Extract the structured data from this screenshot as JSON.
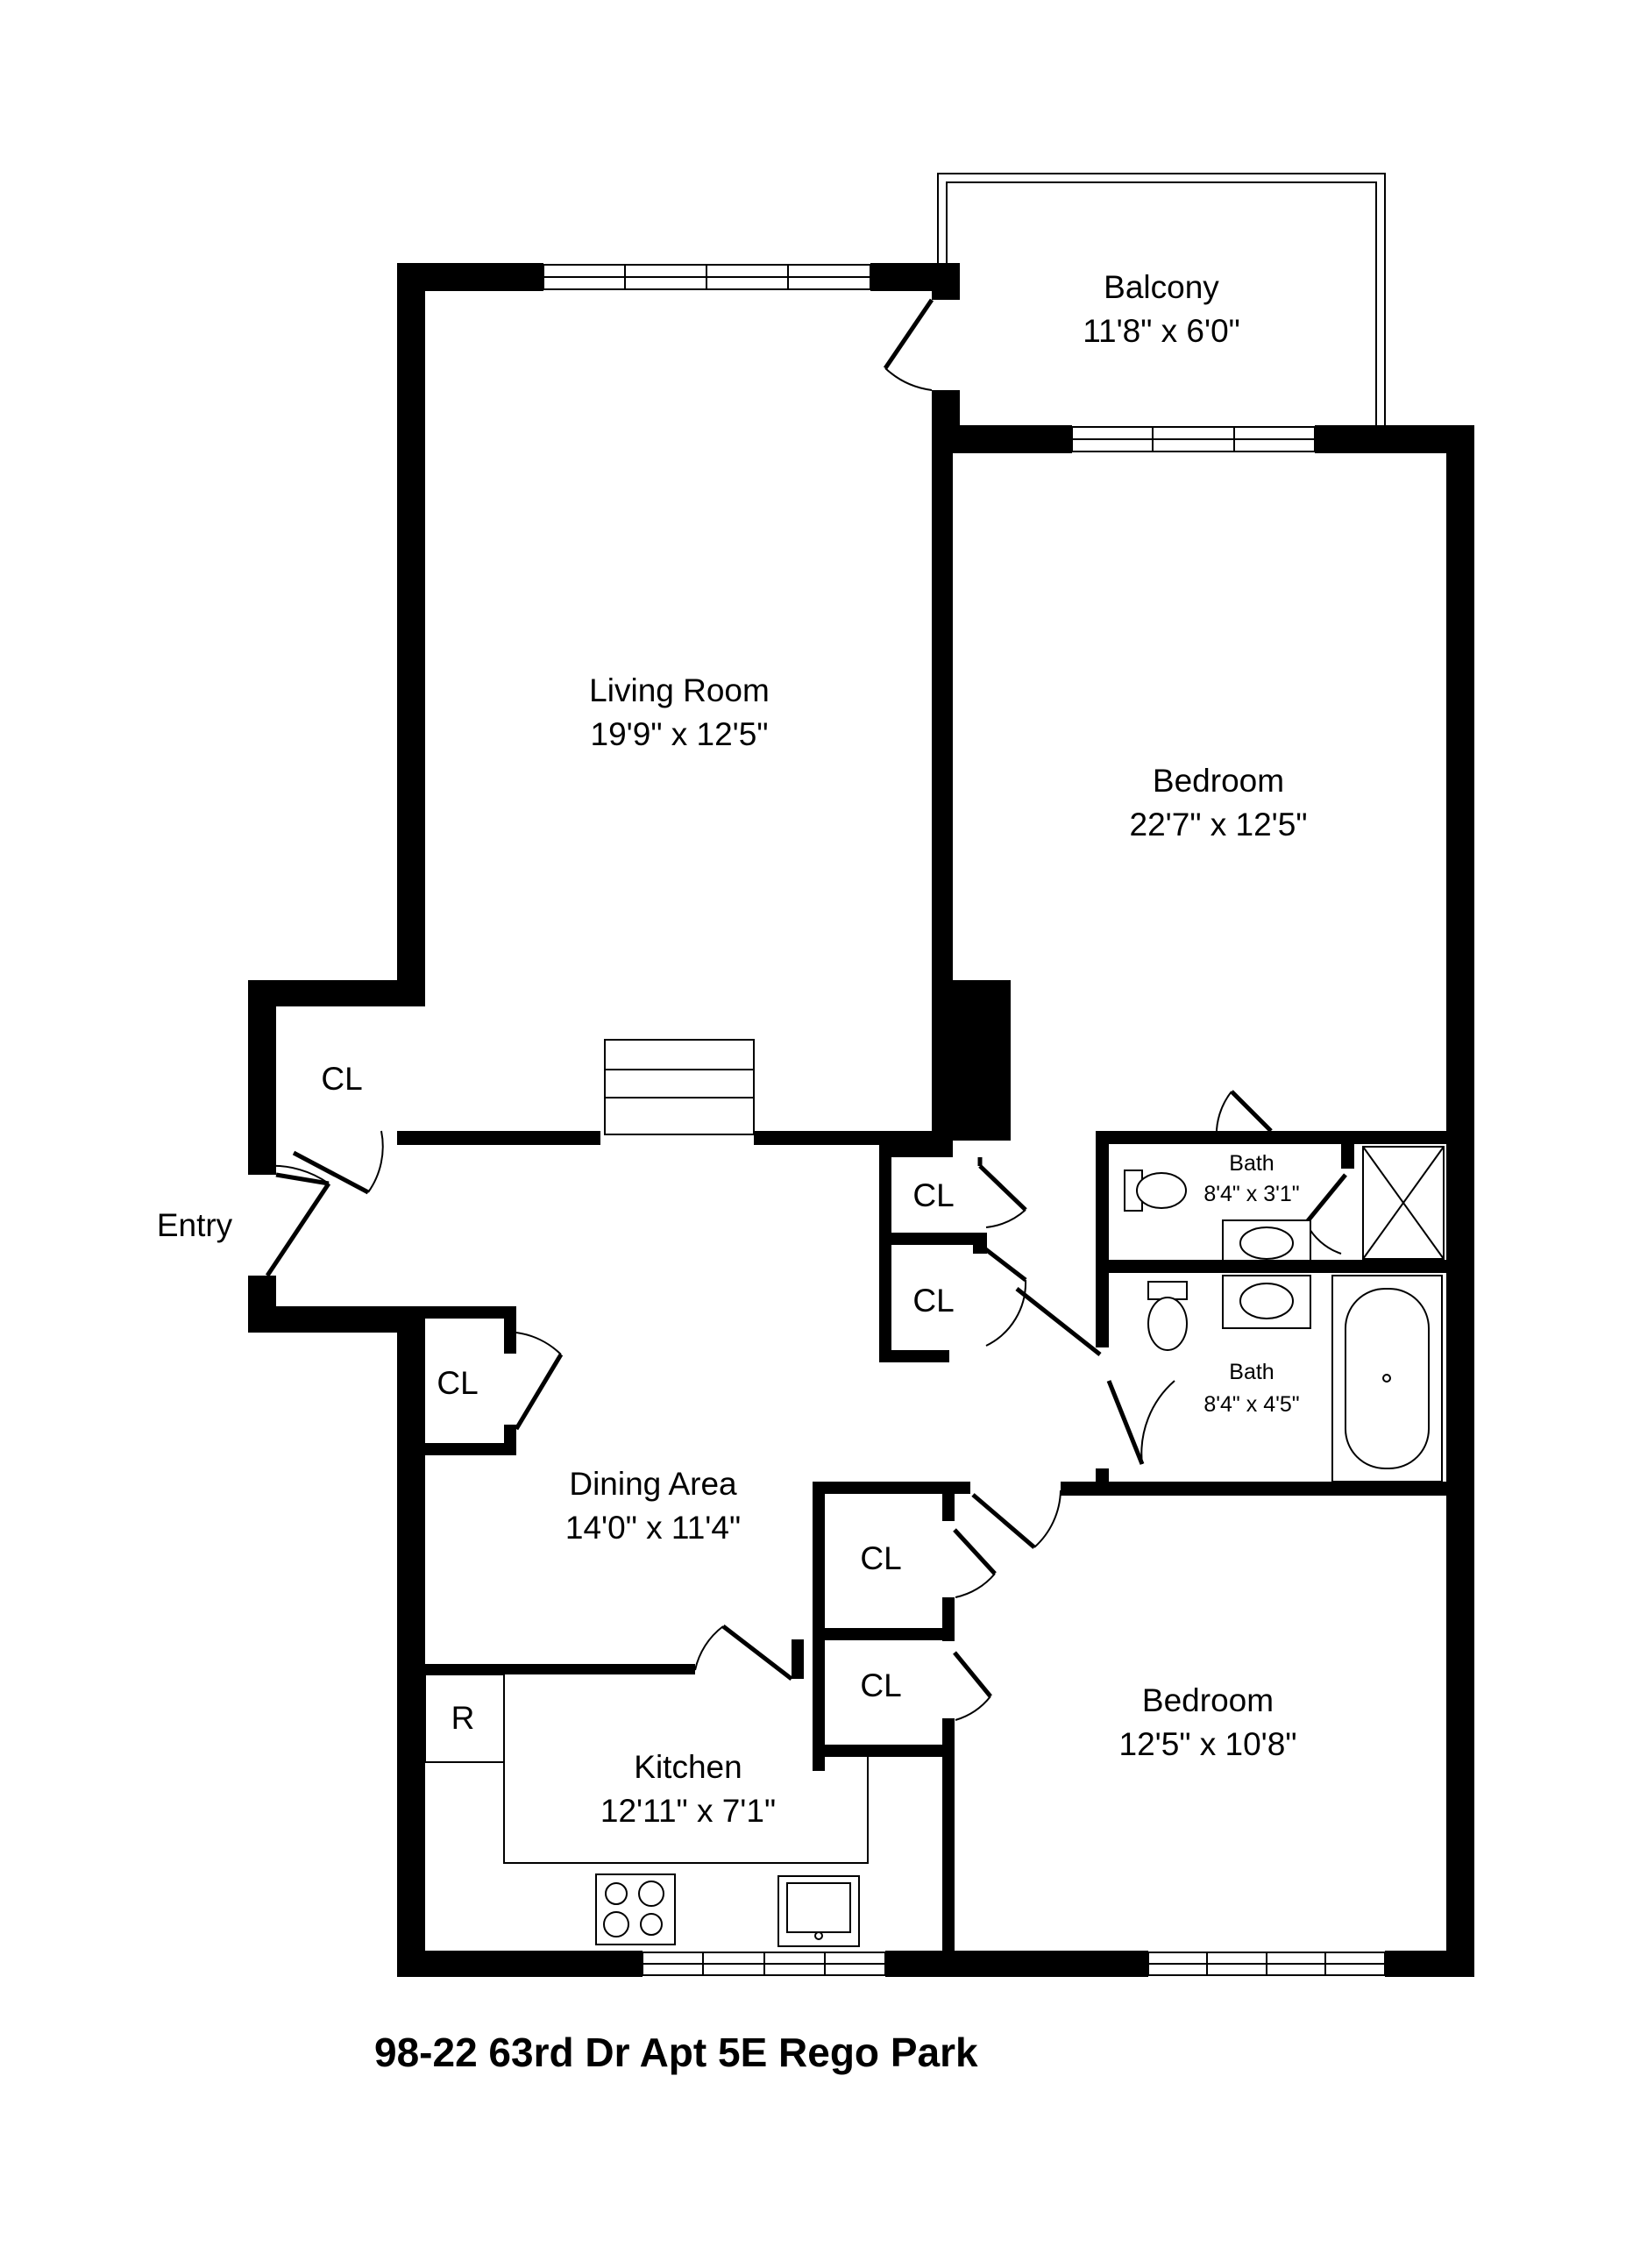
{
  "rooms": {
    "balcony": {
      "name": "Balcony",
      "size": "11'8\" x 6'0\""
    },
    "living_room": {
      "name": "Living Room",
      "size": "19'9\" x 12'5\""
    },
    "bedroom_1": {
      "name": "Bedroom",
      "size": "22'7\" x 12'5\""
    },
    "bath_1": {
      "name": "Bath",
      "size": "8'4\" x 3'1\""
    },
    "bath_2": {
      "name": "Bath",
      "size": "8'4\" x 4'5\""
    },
    "dining_area": {
      "name": "Dining Area",
      "size": "14'0\" x 11'4\""
    },
    "kitchen": {
      "name": "Kitchen",
      "size": "12'11\" x 7'1\""
    },
    "bedroom_2": {
      "name": "Bedroom",
      "size": "12'5\" x 10'8\""
    }
  },
  "closet_label": "CL",
  "entry_label": "Entry",
  "refrigerator_label": "R",
  "address": "98-22 63rd Dr Apt 5E Rego Park"
}
